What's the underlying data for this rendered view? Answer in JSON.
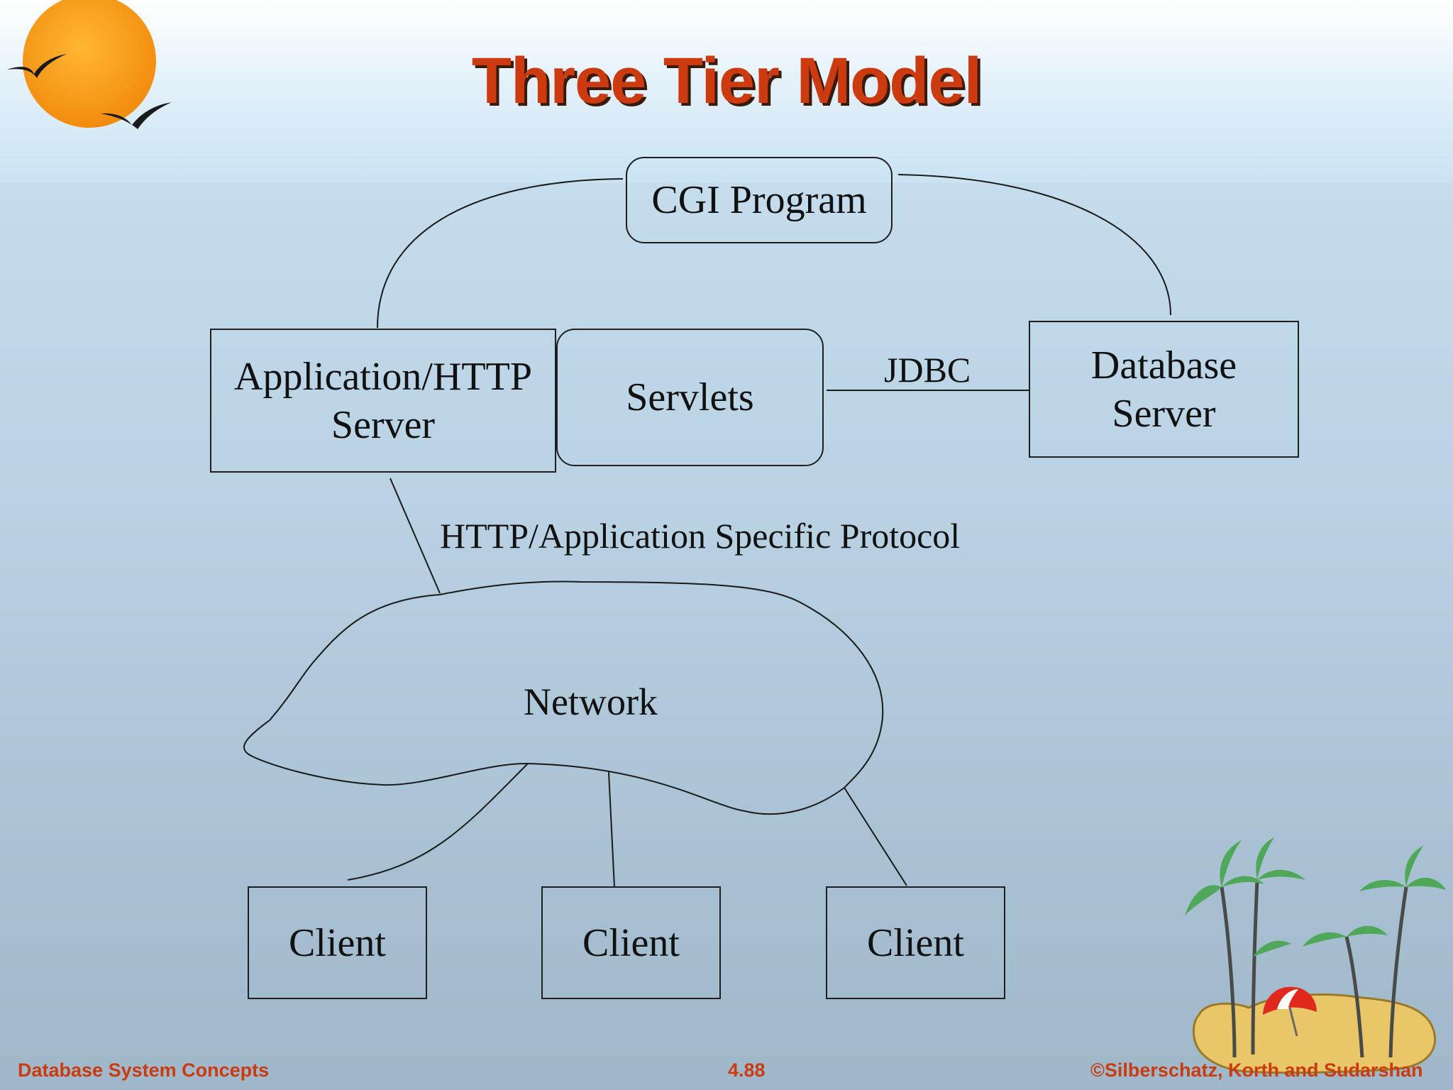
{
  "slide": {
    "title": "Three Tier Model"
  },
  "diagram": {
    "cgi": "CGI Program",
    "app_server_line1": "Application/HTTP",
    "app_server_line2": "Server",
    "servlets": "Servlets",
    "jdbc": "JDBC",
    "db_server_line1": "Database",
    "db_server_line2": "Server",
    "protocol": "HTTP/Application Specific Protocol",
    "network": "Network",
    "clients": [
      "Client",
      "Client",
      "Client"
    ]
  },
  "footer": {
    "left": "Database System Concepts",
    "center": "4.88",
    "right": "©Silberschatz, Korth and Sudarshan"
  },
  "colors": {
    "title": "#cc3a0f",
    "footer": "#cc3a0f",
    "sun": "#f59a1a"
  },
  "icons": {
    "top_left": "sun-with-birds-icon",
    "bottom_right": "palm-island-icon"
  }
}
